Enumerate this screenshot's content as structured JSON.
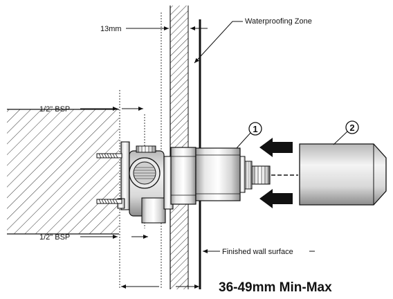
{
  "labels": {
    "thickness": "13mm",
    "waterproofing_zone": "Waterproofing Zone",
    "bsp_top": "1/2\" BSP",
    "bsp_bottom": "1/2\" BSP",
    "finished_wall_surface": "Finished wall surface",
    "min_max": "36-49mm Min-Max"
  },
  "callouts": {
    "one": "1",
    "two": "2"
  }
}
